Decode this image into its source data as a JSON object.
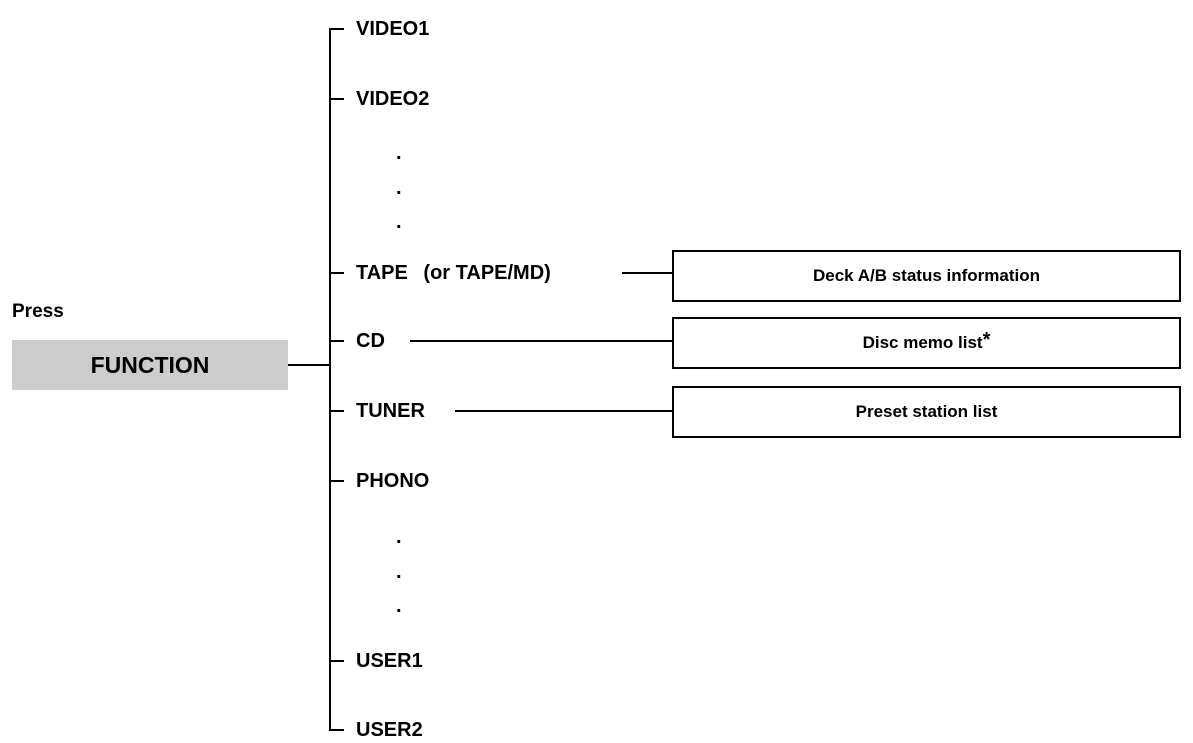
{
  "press_label": "Press",
  "function_button": "FUNCTION",
  "branches": [
    {
      "id": "video1",
      "label": "VIDEO1"
    },
    {
      "id": "video2",
      "label": "VIDEO2"
    },
    {
      "id": "tape",
      "label": "TAPE",
      "label_extra": "(or TAPE/MD)"
    },
    {
      "id": "cd",
      "label": "CD"
    },
    {
      "id": "tuner",
      "label": "TUNER"
    },
    {
      "id": "phono",
      "label": "PHONO"
    },
    {
      "id": "user1",
      "label": "USER1"
    },
    {
      "id": "user2",
      "label": "USER2"
    }
  ],
  "ellipsis": ".",
  "boxes": {
    "tape": "Deck A/B status information",
    "cd": "Disc memo list",
    "cd_marker": "*",
    "tuner": "Preset station list"
  },
  "colors": {
    "button_fill": "#cccccc",
    "line": "#000000"
  }
}
